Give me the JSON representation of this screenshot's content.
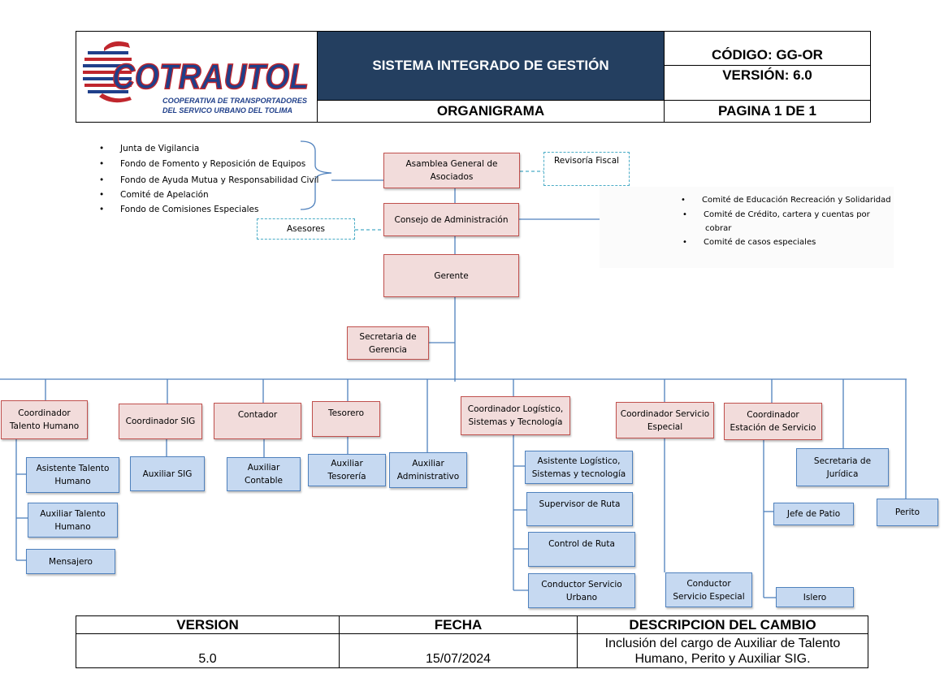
{
  "header": {
    "logo_text": "COTRAUTOL",
    "logo_sub1": "COOPERATIVA DE TRANSPORTADORES",
    "logo_sub2": "DEL SERVICO URBANO DEL TOLIMA",
    "system_title": "SISTEMA INTEGRADO DE GESTIÓN",
    "doc_title": "ORGANIGRAMA",
    "code": "CÓDIGO: GG-OR",
    "version": "VERSIÓN: 6.0",
    "page": "PAGINA 1 DE 1"
  },
  "committees_left": [
    "Junta de    Vigilancia",
    "Fondo de Fomento y Reposición de Equipos",
    "Fondo de Ayuda Mutua y Responsabilidad Civil",
    "Comité de Apelación",
    "Fondo de Comisiones Especiales"
  ],
  "committees_right": [
    "Comité de Educación Recreación y Solidaridad",
    "Comité de Crédito, cartera y cuentas por",
    "cobrar",
    "Comité de casos especiales"
  ],
  "bullet_glyph": "•",
  "nodes": {
    "asamblea": "Asamblea General de Asociados",
    "revisoria": "Revisoría Fiscal",
    "consejo": "Consejo de Administración",
    "asesores": "Asesores",
    "gerente": "Gerente",
    "secretaria_gerencia": "Secretaria de Gerencia",
    "coord_talento": "Coordinador Talento Humano",
    "coord_sig": "Coordinador SIG",
    "contador": "Contador",
    "tesorero": "Tesorero",
    "coord_logistico": "Coordinador Logístico, Sistemas y Tecnología",
    "coord_especial": "Coordinador Servicio Especial",
    "coord_estacion": "Coordinador Estación de Servicio",
    "asistente_talento": "Asistente Talento Humano",
    "auxiliar_talento": "Auxiliar Talento Humano",
    "mensajero": "Mensajero",
    "auxiliar_sig": "Auxiliar SIG",
    "auxiliar_contable": "Auxiliar Contable",
    "auxiliar_tesoreria": "Auxiliar Tesorería",
    "auxiliar_administrativo": "Auxiliar Administrativo",
    "asistente_logistico": "Asistente Logístico, Sistemas y tecnología",
    "supervisor_ruta": "Supervisor de Ruta",
    "control_ruta": "Control de Ruta",
    "conductor_urbano": "Conductor  Servicio Urbano",
    "conductor_especial": "Conductor Servicio Especial",
    "secretaria_juridica": "Secretaria de Jurídica",
    "jefe_patio": "Jefe de Patio",
    "islero": "Islero",
    "perito": "Perito"
  },
  "changes_table": {
    "headers": [
      "VERSION",
      "FECHA",
      "DESCRIPCION DEL CAMBIO"
    ],
    "rows": [
      {
        "version": "5.0",
        "fecha": "15/07/2024",
        "descripcion": "Inclusión del cargo de Auxiliar de Talento Humano, Perito y Auxiliar SIG."
      }
    ]
  },
  "colors": {
    "header_navy": "#243f60",
    "box_pink_fill": "#f2dcdb",
    "box_pink_border": "#c0504d",
    "box_blue_fill": "#c6d9f1",
    "box_blue_border": "#4f81bd",
    "connector": "#4f81bd",
    "dashed_border": "#4bacc6",
    "logo_red": "#c0262d",
    "logo_blue": "#1f3f8a"
  }
}
